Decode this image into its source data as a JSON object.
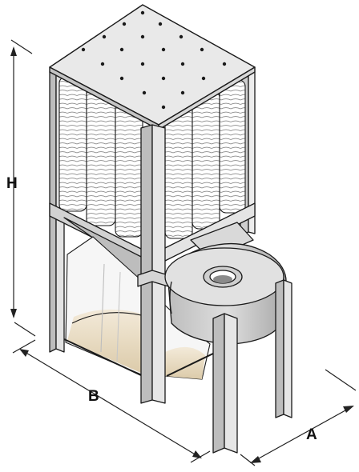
{
  "dimensions": {
    "height_label": "H",
    "width_label": "B",
    "depth_label": "A"
  },
  "colors": {
    "outline": "#1a1a1a",
    "metal_light": "#e6e6e6",
    "metal_mid": "#cfcfcf",
    "metal_dark": "#a9a9a9",
    "filter_white": "#ffffff",
    "dust_tan": "#e9dcc4",
    "dimension_line": "#222222"
  }
}
